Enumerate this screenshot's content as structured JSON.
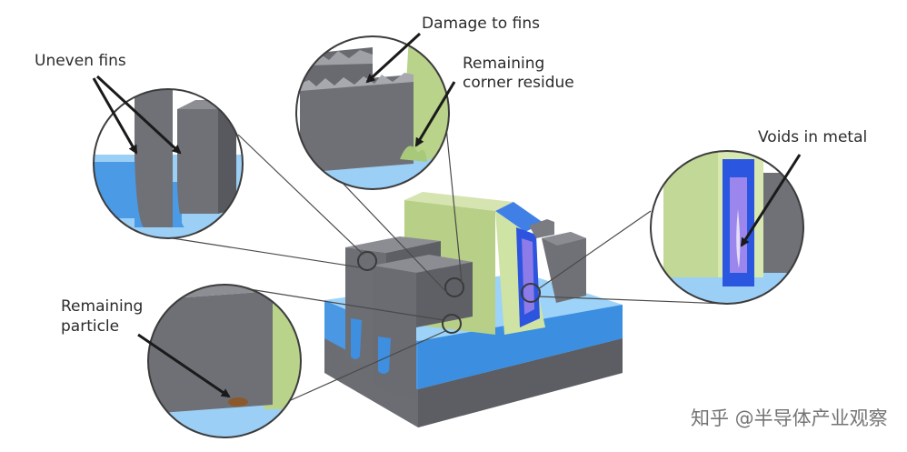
{
  "labels": {
    "uneven_fins": "Uneven fins",
    "damage_to_fins": "Damage to fins",
    "remaining_corner_residue_1": "Remaining",
    "remaining_corner_residue_2": "corner residue",
    "voids_in_metal": "Voids in metal",
    "remaining_particle_1": "Remaining",
    "remaining_particle_2": "particle"
  },
  "watermark": "知乎 @半导体产业观察",
  "colors": {
    "fin_gray": "#6e7076",
    "fin_dark": "#55575c",
    "substrate_blue": "#3d8fe0",
    "oxide_light_blue": "#8cc8f5",
    "gate_green": "#c9dc9e",
    "metal_blue": "#2a55e0",
    "void_lavender": "#c9b5f5"
  }
}
